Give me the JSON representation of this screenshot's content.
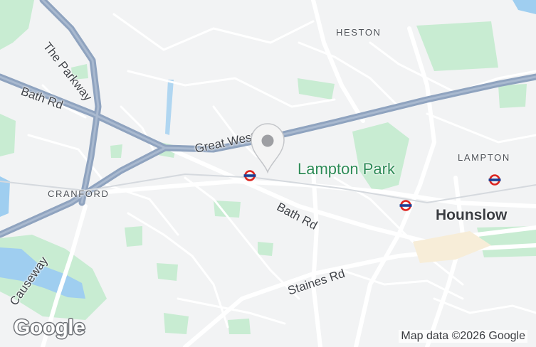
{
  "map": {
    "roads": {
      "bath_rd_west": "Bath Rd",
      "bath_rd_east": "Bath Rd",
      "the_parkway": "The Parkway",
      "great_west_rd": "Great West Rd",
      "staines_rd": "Staines Rd",
      "causeway": "Causeway"
    },
    "areas": {
      "heston": "HESTON",
      "cranford": "CRANFORD",
      "lampton": "LAMPTON"
    },
    "parks": {
      "lampton_park": "Lampton Park"
    },
    "towns": {
      "hounslow": "Hounslow"
    },
    "colors": {
      "land": "#f2f3f4",
      "park": "#c8ecd2",
      "water": "#9fcef0",
      "motorway": "#8fa3bf",
      "road": "#ffffff",
      "park_label": "#2e8b57",
      "underground": "#dc241f"
    },
    "icons": {
      "pin": "location-pin-icon",
      "tube": "underground-station-icon"
    }
  },
  "branding": {
    "logo": "Google",
    "attribution": "Map data ©2026 Google"
  }
}
